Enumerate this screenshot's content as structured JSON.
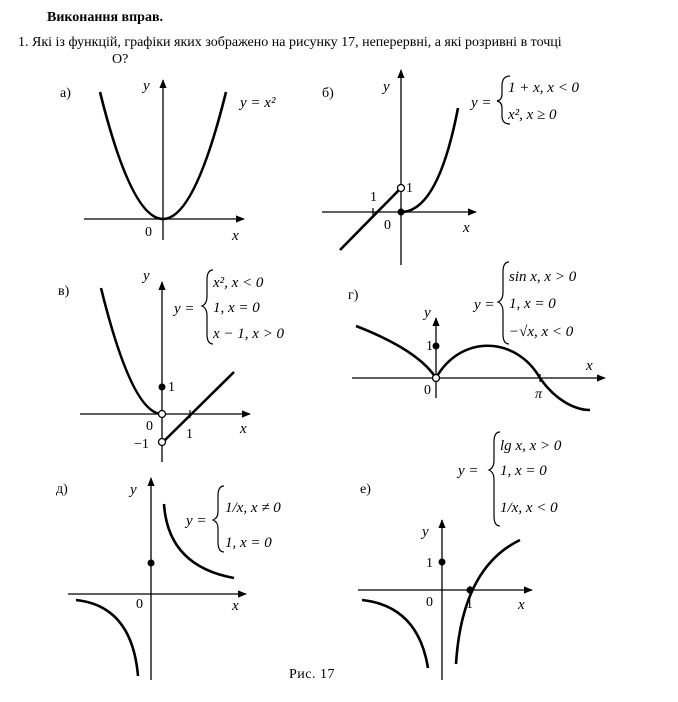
{
  "heading": "Виконання вправ.",
  "task": {
    "number": "1.",
    "text": "Які із функцій, графіки яких зображено на рисунку 17, неперервні, а які розривні в точці",
    "point": "O?"
  },
  "caption": "Рис. 17",
  "panels": [
    {
      "label": "а)",
      "formula": [
        "y = x²"
      ],
      "axis_labels": {
        "x": "x",
        "y": "y",
        "origin": "0"
      },
      "tick_labels": []
    },
    {
      "label": "б)",
      "formula": [
        "1 + x,  x < 0",
        "x²,  x ≥ 0"
      ],
      "formula_prefix": "y =",
      "axis_labels": {
        "x": "x",
        "y": "y",
        "origin": "0"
      },
      "tick_labels": [
        "1",
        "1"
      ]
    },
    {
      "label": "в)",
      "formula": [
        "x²,  x < 0",
        "1,  x = 0",
        "x − 1,  x > 0"
      ],
      "formula_prefix": "y =",
      "axis_labels": {
        "x": "x",
        "y": "y",
        "origin": "0"
      },
      "tick_labels": [
        "1",
        "1",
        "−1"
      ]
    },
    {
      "label": "г)",
      "formula": [
        "sin x,  x > 0",
        "1,  x = 0",
        "−√x,  x < 0"
      ],
      "formula_prefix": "y =",
      "axis_labels": {
        "x": "x",
        "y": "y",
        "origin": "0"
      },
      "tick_labels": [
        "1",
        "π"
      ]
    },
    {
      "label": "д)",
      "formula": [
        "1/x,  x ≠ 0",
        "1,  x = 0"
      ],
      "formula_prefix": "y =",
      "axis_labels": {
        "x": "x",
        "y": "y",
        "origin": "0"
      },
      "tick_labels": []
    },
    {
      "label": "е)",
      "formula": [
        "lg x,  x > 0",
        "1,  x = 0",
        "1/x,  x < 0"
      ],
      "formula_prefix": "y =",
      "axis_labels": {
        "x": "x",
        "y": "y",
        "origin": "0"
      },
      "tick_labels": [
        "1",
        "1"
      ]
    }
  ]
}
